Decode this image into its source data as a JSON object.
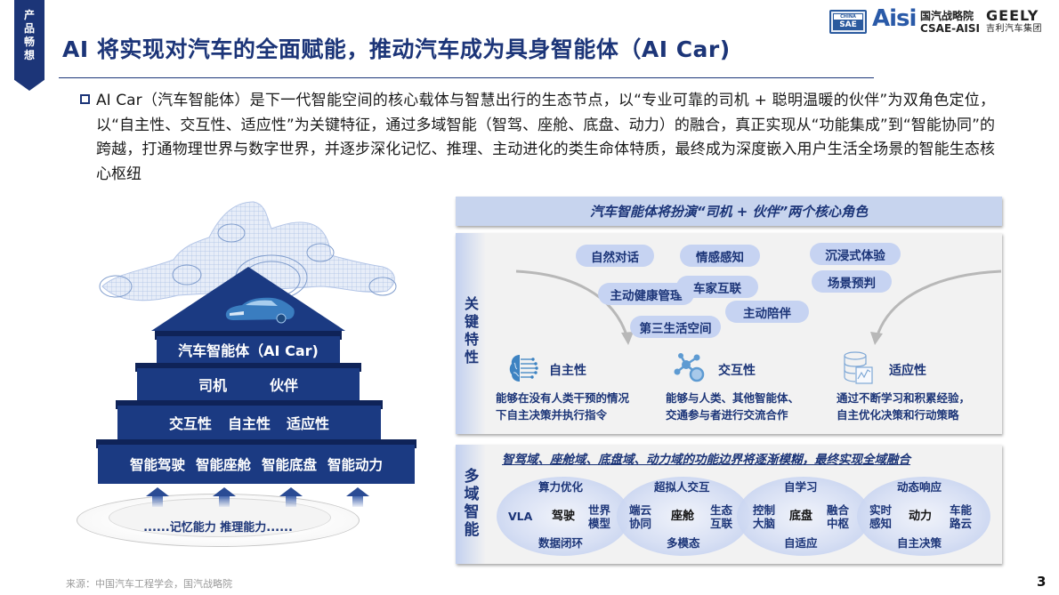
{
  "side_tag": {
    "chars": [
      "产",
      "品",
      "畅",
      "想"
    ]
  },
  "header": {
    "title": "AI 将实现对汽车的全面赋能，推动汽车成为具身智能体（AI Car)",
    "logos": {
      "sae_top": "CHINA",
      "sae_bottom": "SAE",
      "aisi": "Aisi",
      "csae_cn": "国汽战略院",
      "csae_en": "CSAE-AISI",
      "geely_en": "GEELY",
      "geely_cn": "吉利汽车集团"
    }
  },
  "intro": {
    "text": "AI Car（汽车智能体）是下一代智能空间的核心载体与智慧出行的生态节点，以“专业可靠的司机 + 聪明温暖的伙伴”为双角色定位，以“自主性、交互性、适应性”为关键特征，通过多域智能（智驾、座舱、底盘、动力）的融合，真正实现从“功能集成”到“智能协同”的跨越，打通物理世界与数字世界，并逐步深化记忆、推理、主动进化的类生命体特质，最终成为深度嵌入用户生活全场景的智能生态核心枢纽"
  },
  "pyramid": {
    "tier1": {
      "label": "汽车智能体（AI Car)"
    },
    "tier2": {
      "items": [
        "司机",
        "伙伴"
      ]
    },
    "tier3": {
      "items": [
        "交互性",
        "自主性",
        "适应性"
      ]
    },
    "tier4": {
      "items": [
        "智能驾驶",
        "智能座舱",
        "智能底盘",
        "智能动力"
      ]
    },
    "base": {
      "label": "......记忆能力  推理能力......"
    }
  },
  "roles_banner": {
    "label": "汽车智能体将扮演“司机 + 伙伴”两个核心角色"
  },
  "key_features": {
    "side_label": [
      "关",
      "键",
      "特",
      "性"
    ],
    "pills": [
      "自然对话",
      "情感感知",
      "沉浸式体验",
      "主动健康管理",
      "车家互联",
      "场景预判",
      "主动陪伴",
      "第三生活空间"
    ],
    "features": [
      {
        "icon": "brain-icon",
        "title": "自主性",
        "desc": [
          "能够在没有人类干预的情况",
          "下自主决策并执行指令"
        ]
      },
      {
        "icon": "network-icon",
        "title": "交互性",
        "desc": [
          "能够与人类、其他智能体、",
          "交通参与者进行交流合作"
        ]
      },
      {
        "icon": "database-chart-icon",
        "title": "适应性",
        "desc": [
          "通过不断学习和积累经验，",
          "自主优化决策和行动策略"
        ]
      }
    ]
  },
  "multi_domain": {
    "side_label": [
      "多",
      "域",
      "智",
      "能"
    ],
    "headline": "智驾域、座舱域、底盘域、动力域的功能边界将逐渐模糊，最终实现全域融合",
    "domains": [
      {
        "core": "驾驶",
        "top": "算力优化",
        "bottom": "数据闭环",
        "left": "VLA",
        "right": [
          "世界",
          "模型"
        ]
      },
      {
        "core": "座舱",
        "top": "超拟人交互",
        "bottom": "多模态",
        "left": [
          "端云",
          "协同"
        ],
        "right": [
          "生态",
          "互联"
        ]
      },
      {
        "core": "底盘",
        "top": "自学习",
        "bottom": "自适应",
        "left": [
          "控制",
          "大脑"
        ],
        "right": [
          "融合",
          "中枢"
        ]
      },
      {
        "core": "动力",
        "top": "动态响应",
        "bottom": "自主决策",
        "left": [
          "实时",
          "感知"
        ],
        "right": [
          "车能",
          "路云"
        ]
      }
    ]
  },
  "footer": {
    "source": "来源：中国汽车工程学会，国汽战略院",
    "page_number": "3"
  },
  "colors": {
    "brand_navy": "#1c3578",
    "tier_blue": "#1b3a82",
    "pill_blue": "#c6d3f2",
    "panel_gray": "#f2f2f2"
  }
}
